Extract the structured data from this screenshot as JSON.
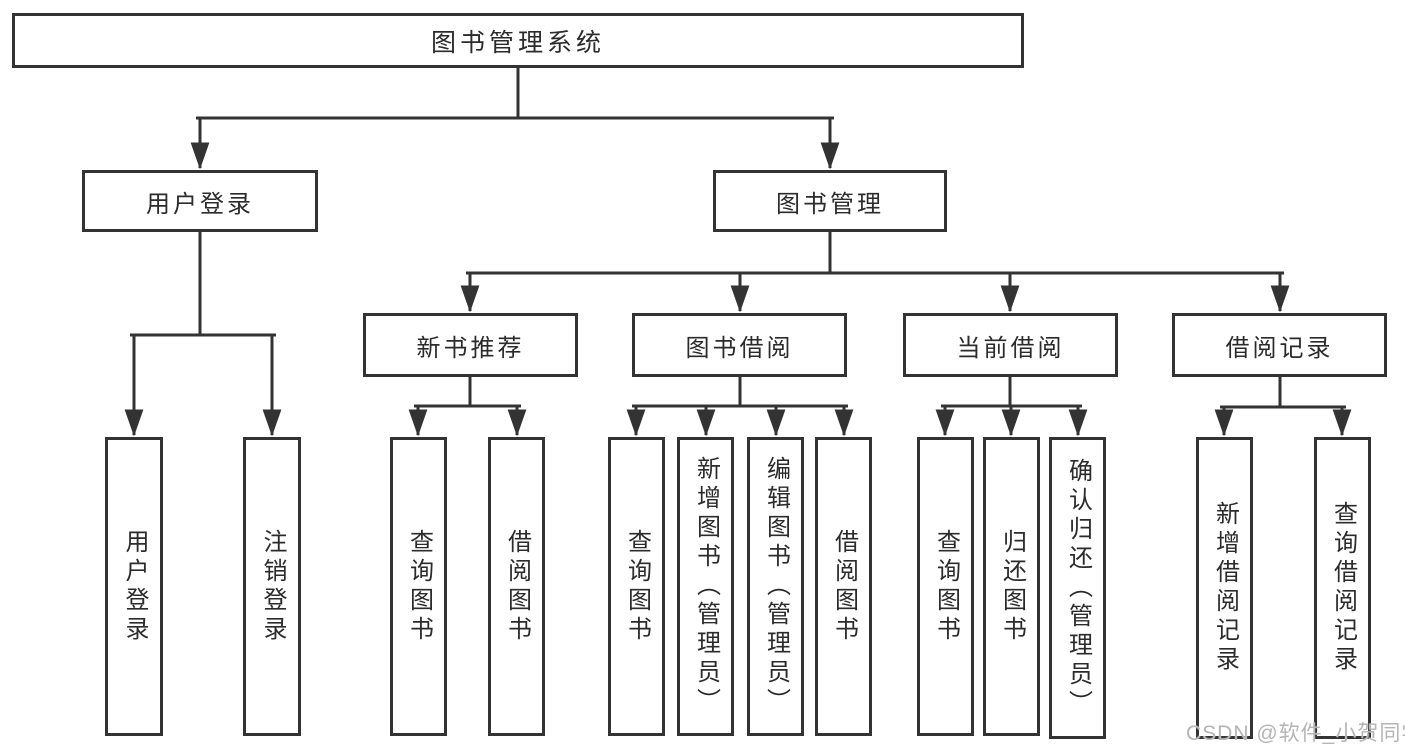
{
  "diagram": {
    "root": "图书管理系统",
    "branches": [
      {
        "label": "用户登录",
        "leaves": [
          "用户登录",
          "注销登录"
        ]
      },
      {
        "label": "图书管理",
        "children": [
          {
            "label": "新书推荐",
            "leaves": [
              "查询图书",
              "借阅图书"
            ]
          },
          {
            "label": "图书借阅",
            "leaves": [
              "查询图书",
              "新增图书（管理员）",
              "编辑图书（管理员）",
              "借阅图书"
            ]
          },
          {
            "label": "当前借阅",
            "leaves": [
              "查询图书",
              "归还图书",
              "确认归还（管理员）"
            ]
          },
          {
            "label": "借阅记录",
            "leaves": [
              "新增借阅记录",
              "查询借阅记录"
            ]
          }
        ]
      }
    ]
  },
  "watermark": {
    "text": "CSDN @软件_小贺同学"
  },
  "colors": {
    "line": "#333333",
    "box_border": "#333333",
    "text": "#2b2b2b",
    "watermark": "#b5b5b5",
    "background": "#ffffff"
  }
}
